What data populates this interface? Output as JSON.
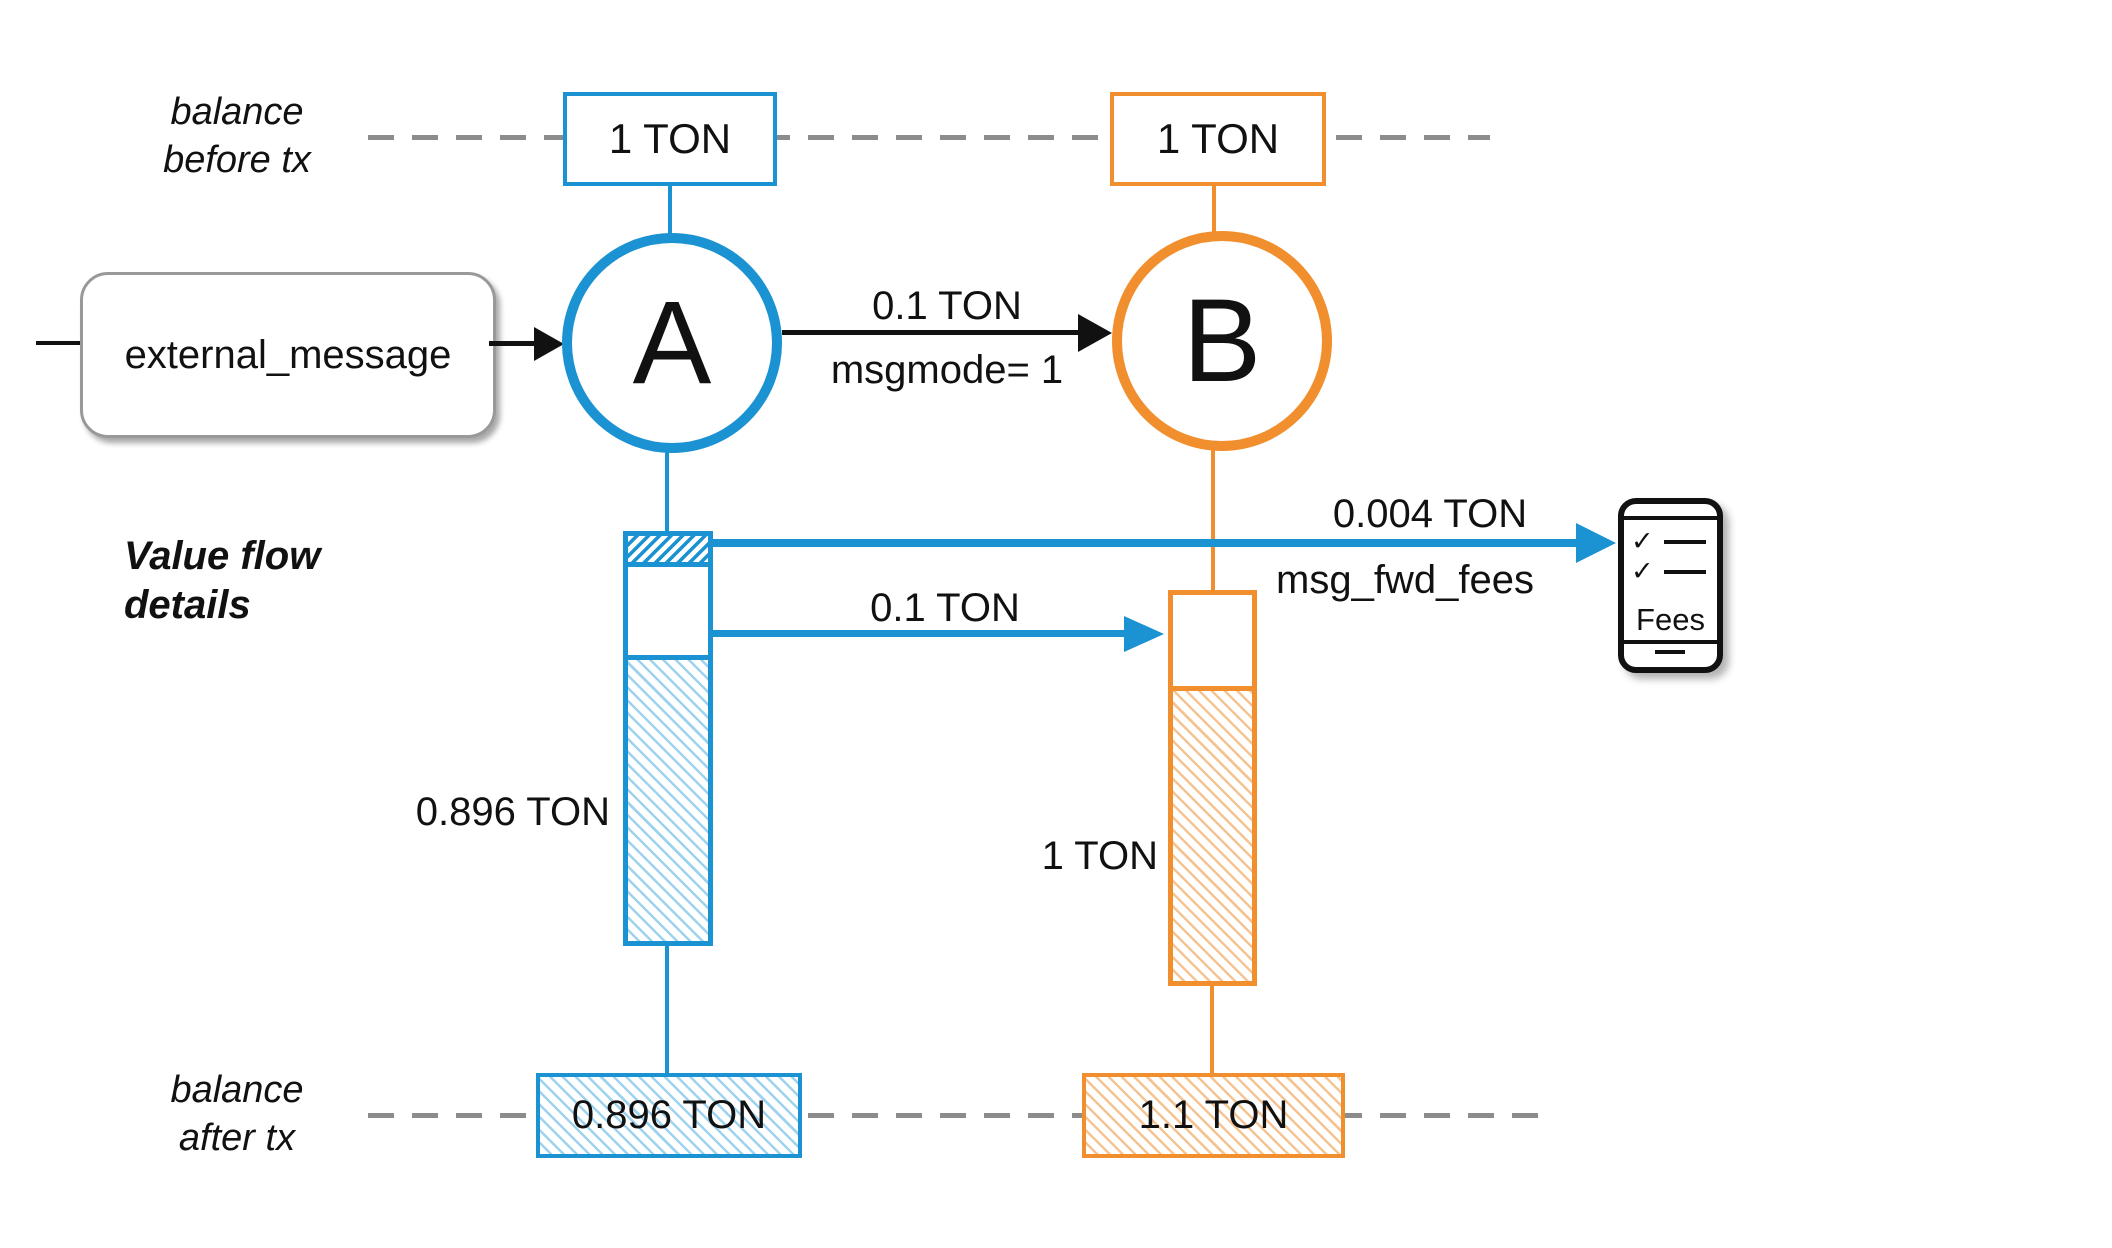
{
  "colors": {
    "blue": "#1B92D1",
    "orange": "#F18F2F",
    "dashed_gray": "#8C8C8C",
    "ink": "#111111"
  },
  "lanes": {
    "before": {
      "line1": "balance",
      "line2": "before tx"
    },
    "after": {
      "line1": "balance",
      "line2": "after tx"
    }
  },
  "contracts": [
    {
      "letter": "A",
      "color": "blue",
      "balance_before": "1 TON",
      "remaining": "0.896 TON",
      "balance_after": "0.896 TON"
    },
    {
      "letter": "B",
      "color": "orange",
      "balance_before": "1 TON",
      "remaining": "1 TON",
      "balance_after": "1.1 TON"
    }
  ],
  "external_message": {
    "label": "external_message"
  },
  "transfer": {
    "amount": "0.1 TON",
    "mode": "msgmode= 1"
  },
  "value_flow": {
    "heading1": "Value flow",
    "heading2": "details",
    "fee_amount": "0.004 TON",
    "fee_label": "msg_fwd_fees",
    "internal_amount": "0.1 TON"
  },
  "fees_icon": {
    "label": "Fees",
    "check_glyph": "✓"
  }
}
